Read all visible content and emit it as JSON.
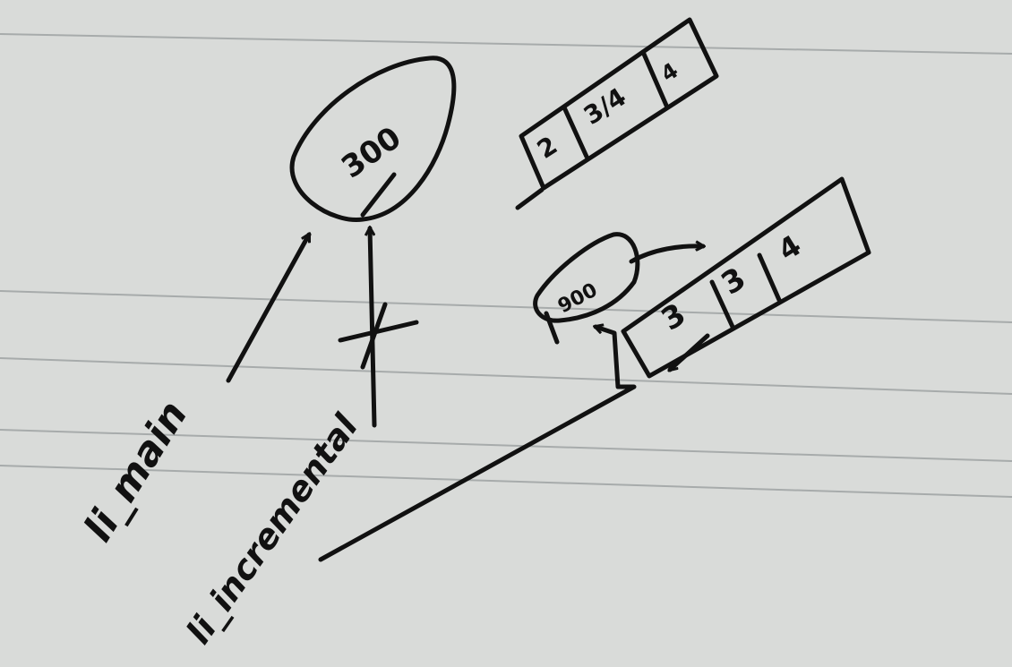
{
  "colors": {
    "paper": "#d9dbd9",
    "ink": "#111111",
    "rule": "#9aa0a0"
  },
  "diagram": {
    "nodes": [
      {
        "id": "top-blob",
        "value": "300"
      },
      {
        "id": "right-blob",
        "value": "900"
      }
    ],
    "arrays": [
      {
        "id": "top-array",
        "cells": [
          "2",
          "3/4",
          "4"
        ]
      },
      {
        "id": "right-array",
        "cells": [
          "3",
          "3",
          "4"
        ]
      }
    ],
    "labels": {
      "li_main": "li_main",
      "li_incremental": "li_incremental"
    }
  }
}
